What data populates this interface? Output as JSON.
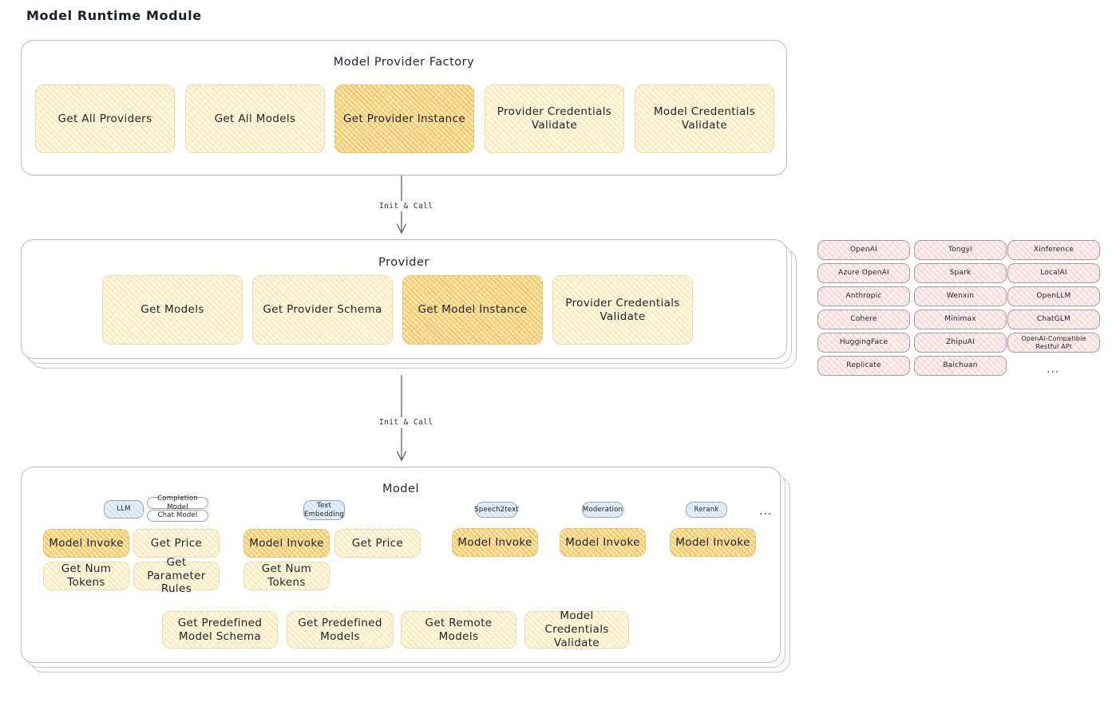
{
  "page": {
    "title": "Model Runtime Module"
  },
  "factory": {
    "title": "Model Provider Factory",
    "nodes": [
      {
        "label": "Get All Providers",
        "highlight": false
      },
      {
        "label": "Get All Models",
        "highlight": false
      },
      {
        "label": "Get Provider Instance",
        "highlight": true
      },
      {
        "label": "Provider Credentials Validate",
        "highlight": false
      },
      {
        "label": "Model Credentials Validate",
        "highlight": false
      }
    ]
  },
  "arrows": [
    {
      "label": "Init & Call"
    },
    {
      "label": "Init & Call"
    }
  ],
  "provider": {
    "title": "Provider",
    "nodes": [
      {
        "label": "Get Models",
        "highlight": false
      },
      {
        "label": "Get Provider Schema",
        "highlight": false
      },
      {
        "label": "Get Model Instance",
        "highlight": true
      },
      {
        "label": "Provider Credentials Validate",
        "highlight": false
      }
    ]
  },
  "provider_list": {
    "columns": [
      [
        "OpenAI",
        "Azure OpenAI",
        "Anthropic",
        "Cohere",
        "HuggingFace",
        "Replicate"
      ],
      [
        "Tongyi",
        "Spark",
        "Wenxin",
        "Minimax",
        "ZhipuAI",
        "Baichuan"
      ],
      [
        "Xinference",
        "LocalAI",
        "OpenLLM",
        "ChatGLM",
        "OpenAI-Compatible Restful API"
      ]
    ],
    "more": "..."
  },
  "model": {
    "title": "Model",
    "more": "...",
    "types": [
      {
        "name": "LLM",
        "subtypes": [
          "Completion Model",
          "Chat Model"
        ],
        "ops": [
          "Model Invoke",
          "Get Price",
          "Get Num Tokens",
          "Get Parameter Rules"
        ],
        "highlight_op": "Model Invoke"
      },
      {
        "name": "Text Embedding",
        "subtypes": [],
        "ops": [
          "Model Invoke",
          "Get Price",
          "Get Num Tokens"
        ],
        "highlight_op": "Model Invoke"
      },
      {
        "name": "Speech2text",
        "subtypes": [],
        "ops": [
          "Model Invoke"
        ],
        "highlight_op": "Model Invoke"
      },
      {
        "name": "Moderation",
        "subtypes": [],
        "ops": [
          "Model Invoke"
        ],
        "highlight_op": "Model Invoke"
      },
      {
        "name": "Rerank",
        "subtypes": [],
        "ops": [
          "Model Invoke"
        ],
        "highlight_op": "Model Invoke"
      }
    ],
    "shared_ops": [
      "Get Predefined Model Schema",
      "Get Predefined Models",
      "Get Remote Models",
      "Model Credentials Validate"
    ]
  },
  "colors": {
    "amber_fill": "#fdf7e2",
    "amber_stroke": "#f3d57a",
    "amber_highlight_fill": "#fbe6b4",
    "amber_highlight_stroke": "#f0ba46",
    "pink_fill": "#fdeff0",
    "pink_stroke": "#eaa0a5",
    "blue_fill": "#e4eff9",
    "blue_stroke": "#96bee4",
    "container_stroke": "#b9bcc4",
    "text": "#20242e"
  }
}
